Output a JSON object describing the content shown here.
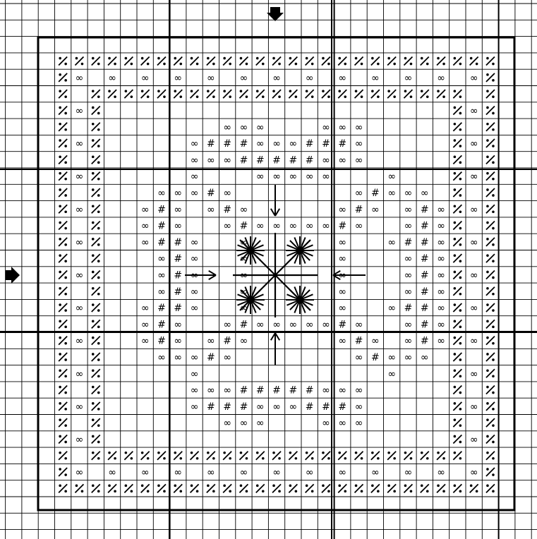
{
  "legend_symbols": {
    "P": "∕∕-half-diagonal",
    "O": "∞",
    "H": "#"
  },
  "symbol_glyphs": {
    "O": "∞",
    "H": "#"
  },
  "colors": {
    "background": "#ffffff",
    "grid_line": "#000000",
    "symbol": "#000000"
  },
  "pattern_rows": [
    "PPPPPPPPPPPPPPPPPPPPPPPPPPP",
    "PO.O.O.O.O.O.O.O.O.O.O.O.OP",
    "P.PPPPPPPPPPPPPPPPPPPPPPP.P",
    "POP.....................POP",
    "P.P.......OOO...OOO.....P.P",
    "POP.....OHHHOOOHHHO.....POP",
    "P.P.....OOOHHHHHOOO.....P.P",
    "POP.....O...OOOOO...O...POP",
    "P.P...OOOHO.......OHOOO.P.P",
    "POP..OHO.OHO.....OHO.OHOPOP",
    "P.P..OHO..OHOOOOOHO..OHOP.P",
    "POP..OHHO..O.....O..OHHOPOP",
    "P.P...OHO..O.....O...OHOP.P",
    "POP...OHO..O.....O...OHOPOP",
    "P.P...OHO..O.....O...OHOP.P",
    "POP..OHHO..O.....O..OHHOPOP",
    "P.P..OHO..OHOOOOOHO..OHOP.P",
    "POP..OHO.OHO.....OHO.OHOPOP",
    "P.P...OOOHO.......OHOOO.P.P",
    "POP.....O...........O...POP",
    "P.P.....OOOHHHHHOOO.....P.P",
    "POP.....OHHHOOOHHHO.....POP",
    "P.P.......OOO...OOO.....P.P",
    "POP.....................POP",
    "P.PPPPPPPPPPPPPPPPPPPPPPP.P",
    "PO.O.O.O.O.O.O.O.O.O.O.O.OP",
    "PPPPPPPPPPPPPPPPPPPPPPPPPPP"
  ],
  "stars": [
    "upper-left",
    "upper-right",
    "lower-left",
    "lower-right"
  ],
  "center_arrows": [
    "down",
    "up",
    "right",
    "left"
  ],
  "edge_arrows": [
    "top-center",
    "left-middle"
  ]
}
